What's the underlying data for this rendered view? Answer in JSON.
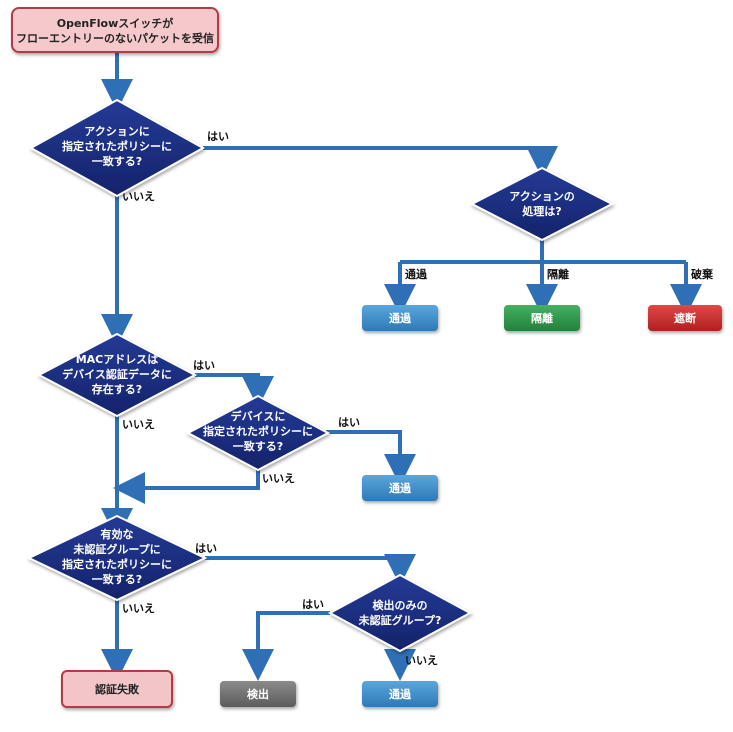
{
  "start": {
    "line1": "OpenFlowスイッチが",
    "line2": "フローエントリーのないパケットを受信"
  },
  "decisions": {
    "d1": [
      "アクションに",
      "指定されたポリシーに",
      "一致する?"
    ],
    "d2": [
      "アクションの",
      "処理は?"
    ],
    "d3": [
      "MACアドレスは",
      "デバイス認証データに",
      "存在する?"
    ],
    "d4": [
      "デバイスに",
      "指定されたポリシーに",
      "一致する?"
    ],
    "d5": [
      "有効な",
      "未認証グループに",
      "指定されたポリシーに",
      "一致する?"
    ],
    "d6": [
      "検出のみの",
      "未認証グループ?"
    ]
  },
  "labels": {
    "yes": "はい",
    "no": "いいえ",
    "pass": "通過",
    "isolate": "隔離",
    "discard": "破棄"
  },
  "results": {
    "pass": "通過",
    "isolate": "隔離",
    "block": "遮断",
    "detect": "検出",
    "auth_fail": "認証失敗"
  },
  "colors": {
    "diamond": "#1a2b7c",
    "arrow": "#2f6fb5",
    "pass": "#3b8ac4",
    "isolate": "#2f9148",
    "block": "#c42a2a",
    "detect": "#6d6d6d",
    "fail_fill": "#f2c6c9",
    "fail_border": "#b23b45"
  }
}
